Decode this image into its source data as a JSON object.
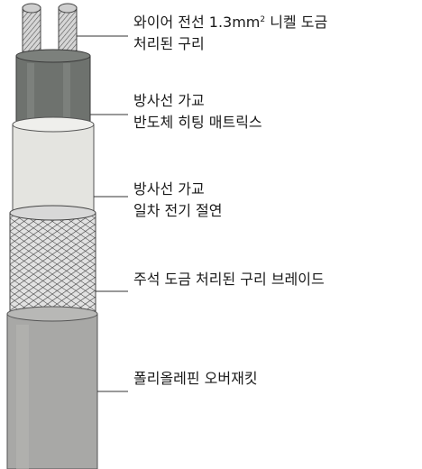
{
  "labels": [
    {
      "line1": "와이어 전선 1.3mm",
      "sup": "2",
      "line1_tail": " 니켈 도금",
      "line2": "처리된 구리"
    },
    {
      "line1": "방사선 가교",
      "line2": "반도체 히팅 매트릭스"
    },
    {
      "line1": "방사선 가교",
      "line2": "일차 전기 절연"
    },
    {
      "line1": "주석 도금 처리된 구리 브레이드"
    },
    {
      "line1": "폴리올레핀 오버재킷"
    }
  ],
  "colors": {
    "wire": "#b8b8b8",
    "matrix": "#6e726e",
    "insulation": "#e4e4e0",
    "braid": "#c8c8c8",
    "jacket": "#a8a8a6",
    "leader": "#333333"
  }
}
